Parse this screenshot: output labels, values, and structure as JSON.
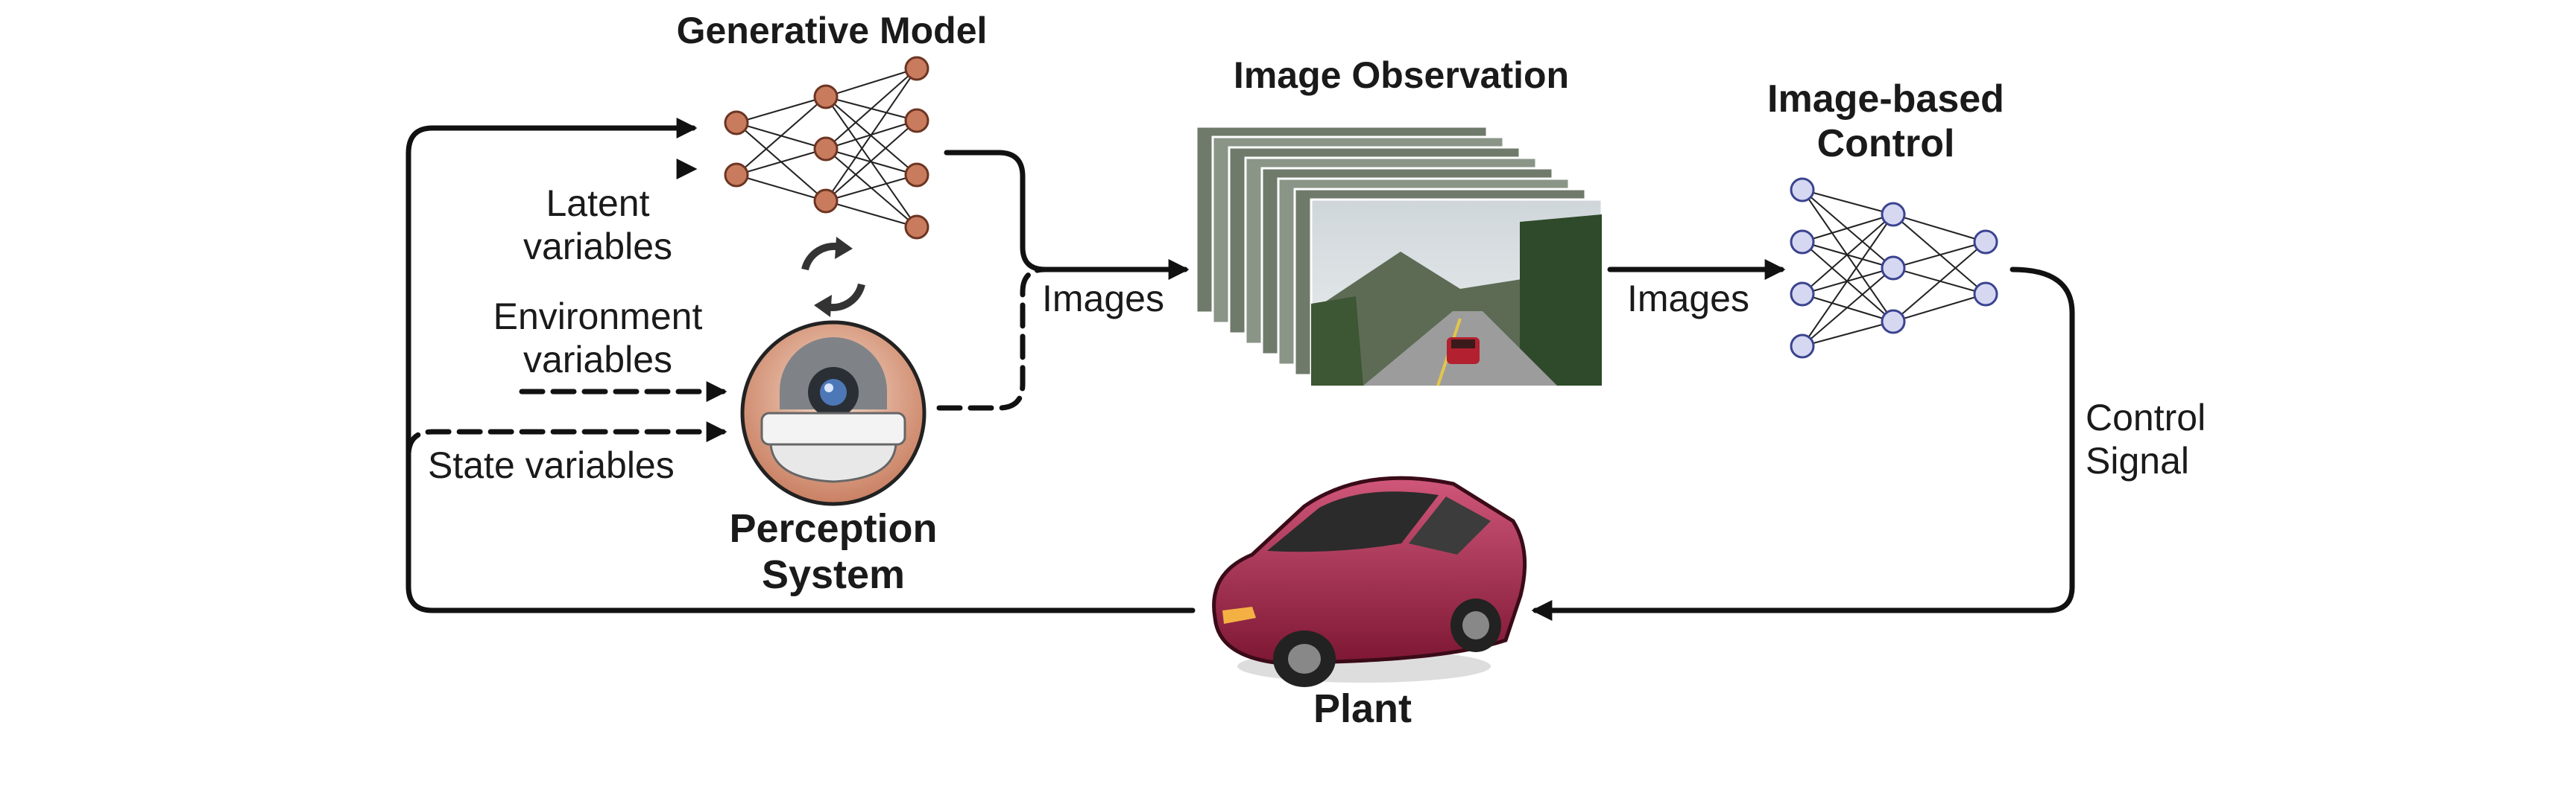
{
  "title_generative": "Generative Model",
  "title_observation": "Image Observation",
  "title_control_line1": "Image-based",
  "title_control_line2": "Control",
  "label_latent_line1": "Latent",
  "label_latent_line2": "variables",
  "label_env_line1": "Environment",
  "label_env_line2": "variables",
  "label_state": "State variables",
  "label_images_left": "Images",
  "label_images_right": "Images",
  "label_control_signal_line1": "Control",
  "label_control_signal_line2": "Signal",
  "label_perception_line1": "Perception",
  "label_perception_line2": "System",
  "label_plant": "Plant",
  "colors": {
    "generative_title": "#8B4A2F",
    "generative_node": "#C97B5E",
    "control_title": "#2B3990",
    "control_node": "#D6D8F2",
    "car_body": "#A8284A"
  }
}
